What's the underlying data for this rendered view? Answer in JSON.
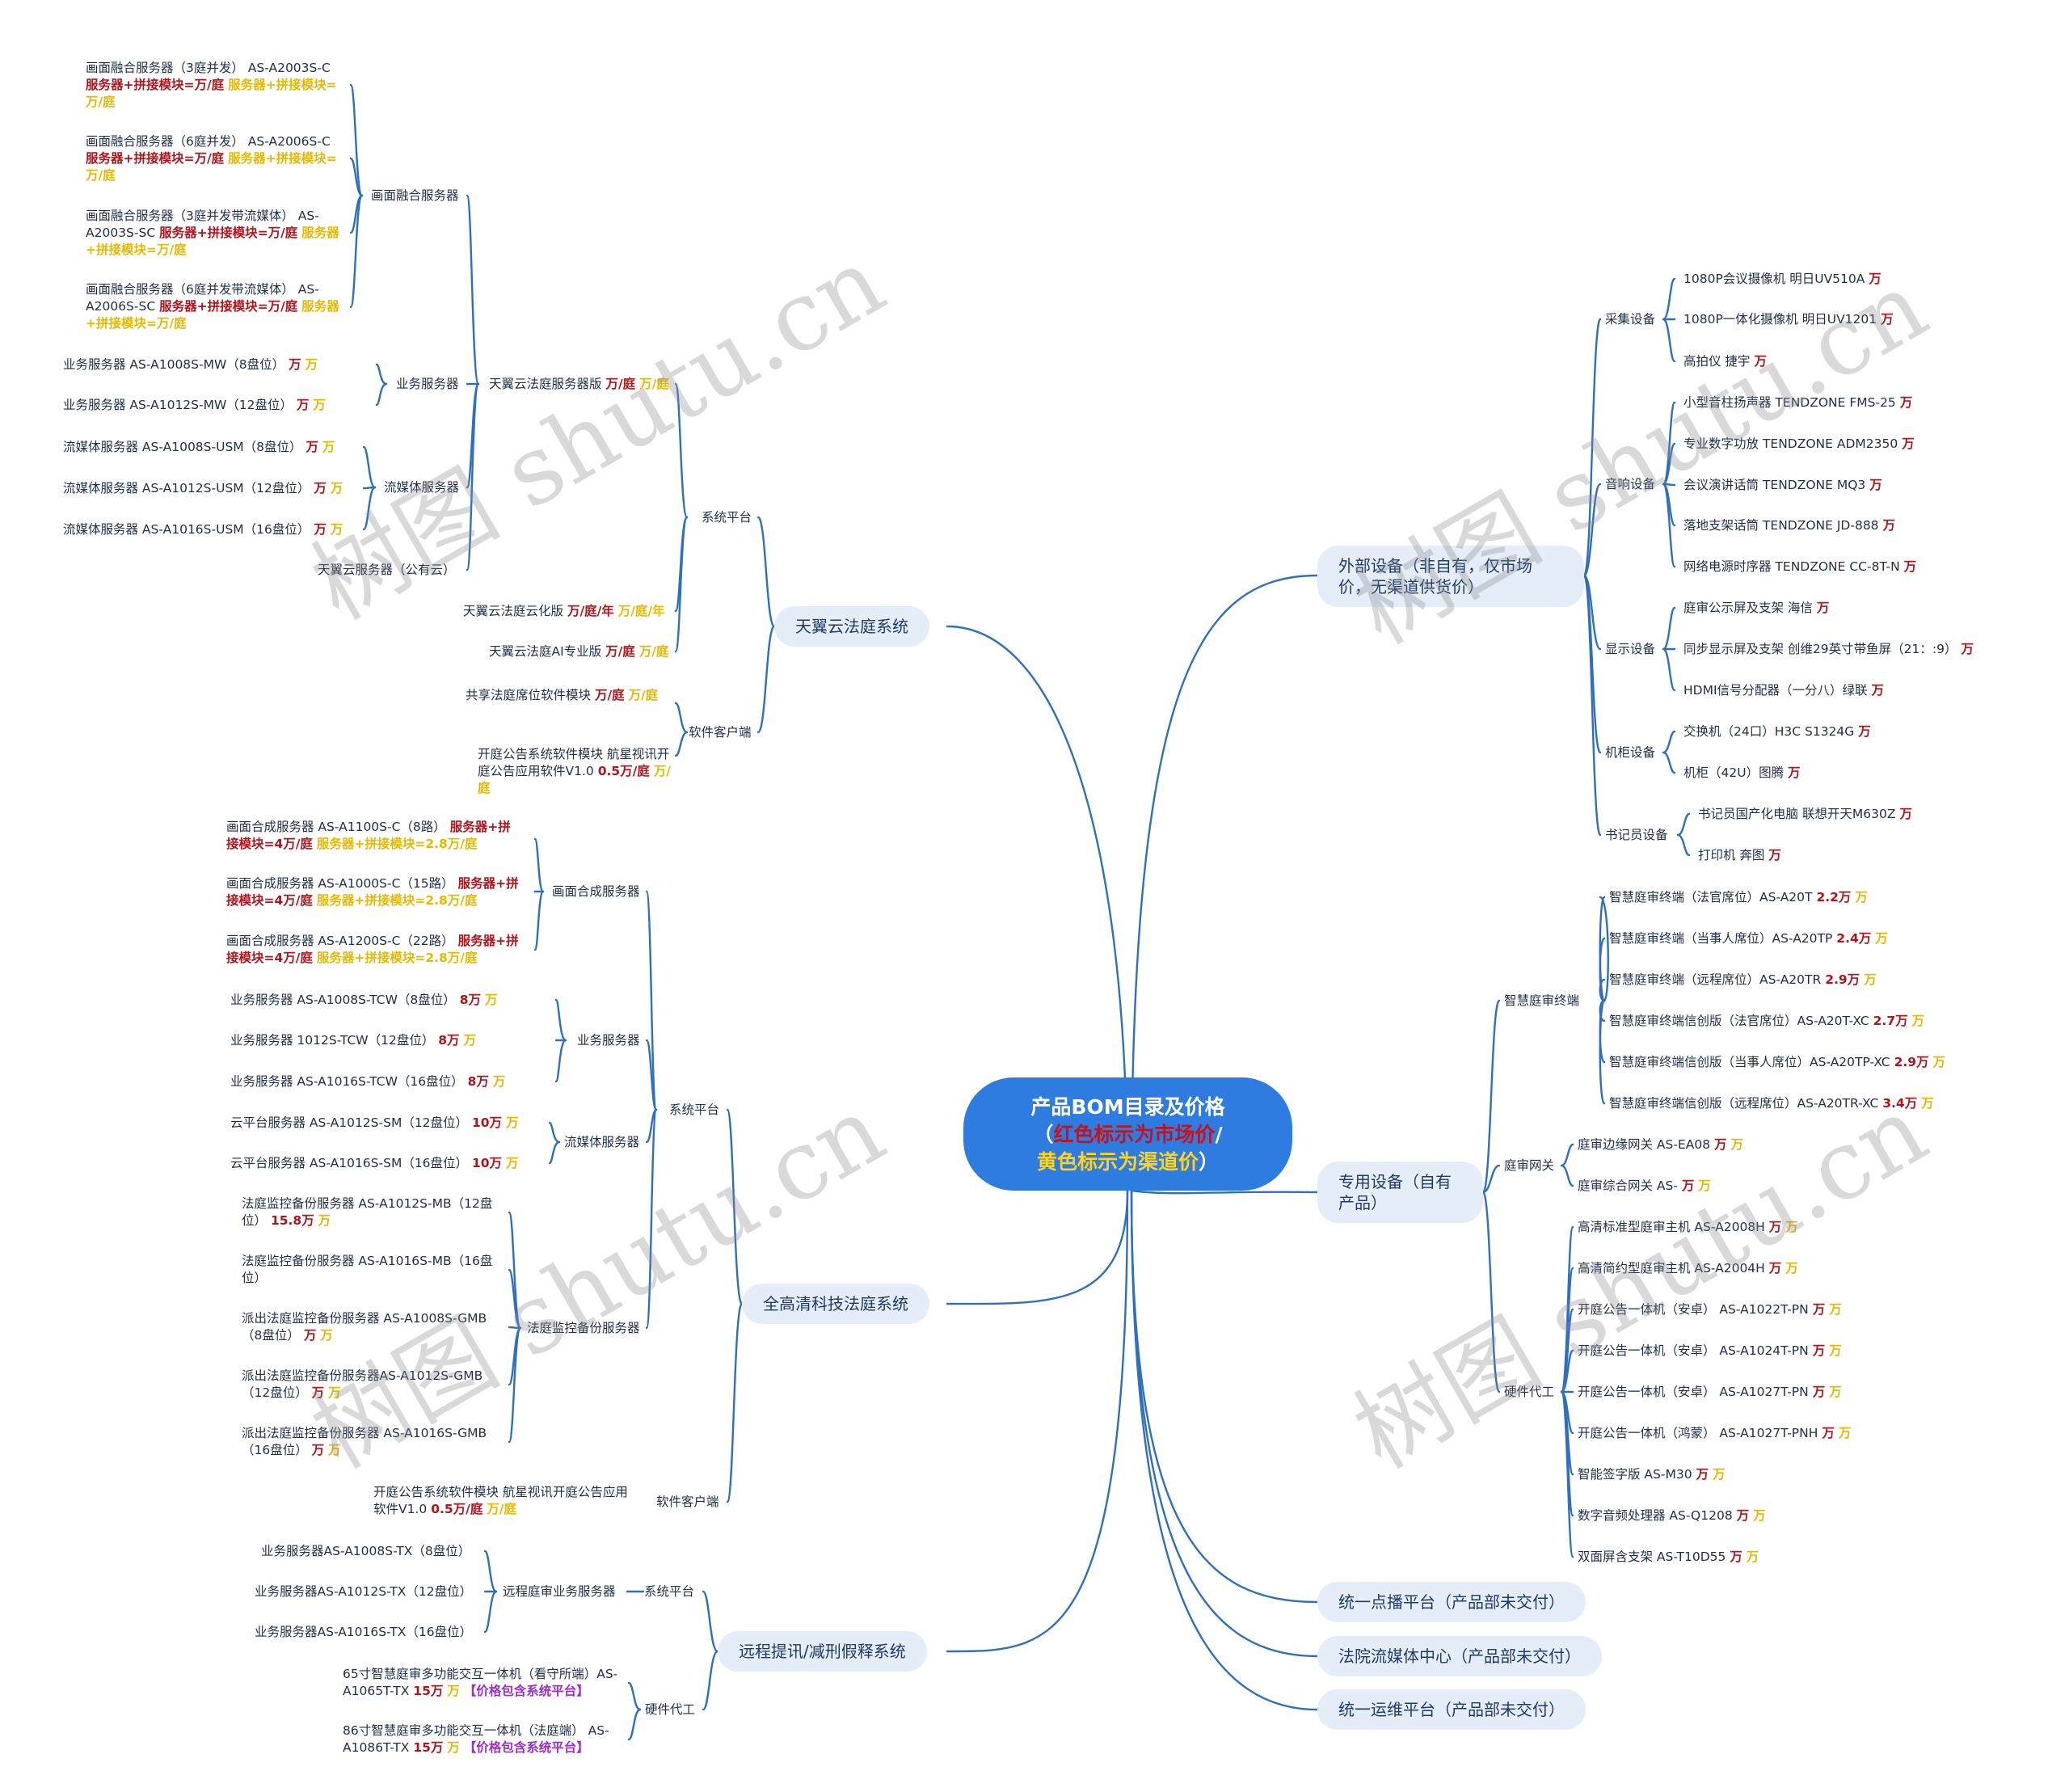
{
  "root": {
    "line1": "产品BOM目录及价格",
    "line2a": "（",
    "line2b": "红色标示为市场价",
    "line2c": "/",
    "line3a": "黄色标示为渠道价",
    "line3b": "）"
  },
  "watermark": "树图 shutu.cn",
  "colors": {
    "line": "#2f6fc0",
    "root_bg": "#2f7ce0",
    "l1_bg": "#e5edf8",
    "market_price": "#b3141b",
    "channel_price": "#e6b800",
    "note": "#9b30c8"
  },
  "left": {
    "tianyi": {
      "title": "天翼云法庭系统",
      "platform": "系统平台",
      "server": {
        "label": "天翼云法庭服务器版",
        "p1": "万/庭",
        "p2": "万/庭"
      },
      "huamian": {
        "label": "画面融合服务器",
        "items": [
          {
            "name": "画面融合服务器（3庭并发） AS-A2003S-C",
            "r": "服务器+拼接模块=万/庭",
            "y": "服务器+拼接模块=万/庭"
          },
          {
            "name": "画面融合服务器（6庭并发） AS-A2006S-C",
            "r": "服务器+拼接模块=万/庭",
            "y": "服务器+拼接模块=万/庭"
          },
          {
            "name": "画面融合服务器（3庭并发带流媒体） AS-A2003S-SC",
            "r": "服务器+拼接模块=万/庭",
            "y": "服务器+拼接模块=万/庭"
          },
          {
            "name": "画面融合服务器（6庭并发带流媒体） AS-A2006S-SC",
            "r": "服务器+拼接模块=万/庭",
            "y": "服务器+拼接模块=万/庭"
          }
        ]
      },
      "yewu": {
        "label": "业务服务器",
        "items": [
          {
            "name": "业务服务器 AS-A1008S-MW（8盘位）",
            "r": "万",
            "y": "万"
          },
          {
            "name": "业务服务器 AS-A1012S-MW（12盘位）",
            "r": "万",
            "y": "万"
          }
        ]
      },
      "liumeiti": {
        "label": "流媒体服务器",
        "items": [
          {
            "name": "流媒体服务器 AS-A1008S-USM（8盘位）",
            "r": "万",
            "y": "万"
          },
          {
            "name": "流媒体服务器 AS-A1012S-USM（12盘位）",
            "r": "万",
            "y": "万"
          },
          {
            "name": "流媒体服务器 AS-A1016S-USM（16盘位）",
            "r": "万",
            "y": "万"
          }
        ]
      },
      "public_cloud": "天翼云服务器（公有云）",
      "cloud_ver": {
        "label": "天翼云法庭云化版",
        "r": "万/庭/年",
        "y": "万/庭/年"
      },
      "ai_ver": {
        "label": "天翼云法庭AI专业版",
        "r": "万/庭",
        "y": "万/庭"
      },
      "client": "软件客户端",
      "share": {
        "label": "共享法庭席位软件模块",
        "r": "万/庭",
        "y": "万/庭"
      },
      "notice": {
        "label": "开庭公告系统软件模块 航星视讯开庭公告应用软件V1.0",
        "r": "0.5万/庭",
        "y": "万/庭"
      }
    },
    "hd": {
      "title": "全高清科技法庭系统",
      "platform": "系统平台",
      "hecheng": {
        "label": "画面合成服务器",
        "items": [
          {
            "name": "画面合成服务器 AS-A1100S-C（8路）",
            "r": "服务器+拼接模块=4万/庭",
            "y": "服务器+拼接模块=2.8万/庭"
          },
          {
            "name": "画面合成服务器 AS-A1000S-C（15路）",
            "r": "服务器+拼接模块=4万/庭",
            "y": "服务器+拼接模块=2.8万/庭"
          },
          {
            "name": "画面合成服务器 AS-A1200S-C（22路）",
            "r": "服务器+拼接模块=4万/庭",
            "y": "服务器+拼接模块=2.8万/庭"
          }
        ]
      },
      "yewu": {
        "label": "业务服务器",
        "items": [
          {
            "name": "业务服务器 AS-A1008S-TCW（8盘位）",
            "r": "8万",
            "y": "万"
          },
          {
            "name": "业务服务器 1012S-TCW（12盘位）",
            "r": "8万",
            "y": "万"
          },
          {
            "name": "业务服务器 AS-A1016S-TCW（16盘位）",
            "r": "8万",
            "y": "万"
          }
        ]
      },
      "liumeiti": {
        "label": "流媒体服务器",
        "items": [
          {
            "name": "云平台服务器 AS-A1012S-SM（12盘位）",
            "r": "10万",
            "y": "万"
          },
          {
            "name": "云平台服务器 AS-A1016S-SM（16盘位）",
            "r": "10万",
            "y": "万"
          }
        ]
      },
      "jiankong": {
        "label": "法庭监控备份服务器",
        "items": [
          {
            "name": "法庭监控备份服务器 AS-A1012S-MB（12盘位）",
            "r": "15.8万",
            "y": "万"
          },
          {
            "name": "法庭监控备份服务器 AS-A1016S-MB（16盘位）",
            "r": "",
            "y": ""
          },
          {
            "name": "派出法庭监控备份服务器 AS-A1008S-GMB（8盘位）",
            "r": "万",
            "y": "万"
          },
          {
            "name": "派出法庭监控备份服务器AS-A1012S-GMB（12盘位）",
            "r": "万",
            "y": "万"
          },
          {
            "name": "派出法庭监控备份服务器 AS-A1016S-GMB（16盘位）",
            "r": "万",
            "y": "万"
          }
        ]
      },
      "client": "软件客户端",
      "notice": {
        "label": "开庭公告系统软件模块 航星视讯开庭公告应用软件V1.0",
        "r": "0.5万/庭",
        "y": "万/庭"
      }
    },
    "remote": {
      "title": "远程提讯/减刑假释系统",
      "platform": "系统平台",
      "server_group": "远程庭审业务服务器",
      "servers": [
        "业务服务器AS-A1008S-TX（8盘位）",
        "业务服务器AS-A1012S-TX（12盘位）",
        "业务服务器AS-A1016S-TX（16盘位）"
      ],
      "hw": "硬件代工",
      "hw_items": [
        {
          "name": "65寸智慧庭审多功能交互一体机（看守所端）AS-A1065T-TX",
          "r": "15万",
          "y": "万",
          "p": "【价格包含系统平台】"
        },
        {
          "name": "86寸智慧庭审多功能交互一体机（法庭端） AS-A1086T-TX",
          "r": "15万",
          "y": "万",
          "p": "【价格包含系统平台】"
        }
      ]
    }
  },
  "right": {
    "external": {
      "title": "外部设备（非自有，仅市场价，无渠道供货价）",
      "groups": [
        {
          "label": "采集设备",
          "items": [
            {
              "name": "1080P会议摄像机 明日UV510A",
              "r": "万"
            },
            {
              "name": "1080P一体化摄像机 明日UV1201",
              "r": "万"
            },
            {
              "name": "高拍仪 捷宇",
              "r": "万"
            }
          ]
        },
        {
          "label": "音响设备",
          "items": [
            {
              "name": "小型音柱扬声器 TENDZONE FMS-25",
              "r": "万"
            },
            {
              "name": "专业数字功放 TENDZONE ADM2350",
              "r": "万"
            },
            {
              "name": "会议演讲话筒 TENDZONE MQ3",
              "r": "万"
            },
            {
              "name": "落地支架话筒 TENDZONE JD-888",
              "r": "万"
            },
            {
              "name": "网络电源时序器 TENDZONE CC-8T-N",
              "r": "万"
            }
          ]
        },
        {
          "label": "显示设备",
          "items": [
            {
              "name": "庭审公示屏及支架 海信",
              "r": "万"
            },
            {
              "name": "同步显示屏及支架 创维29英寸带鱼屏（21：:9）",
              "r": "万"
            },
            {
              "name": "HDMI信号分配器（一分八）绿联 ",
              "r": "万"
            }
          ]
        },
        {
          "label": "机柜设备",
          "items": [
            {
              "name": "交换机（24口）H3C S1324G",
              "r": "万"
            },
            {
              "name": "机柜（42U）图腾",
              "r": "万"
            }
          ]
        },
        {
          "label": "书记员设备",
          "items": [
            {
              "name": "书记员国产化电脑 联想开天M630Z",
              "r": "万"
            },
            {
              "name": "打印机 奔图",
              "r": "万"
            }
          ]
        }
      ]
    },
    "own": {
      "title": "专用设备（自有产品）",
      "groups": [
        {
          "label": "智慧庭审终端",
          "items": [
            {
              "name": "智慧庭审终端（法官席位）AS-A20T",
              "r": "2.2万",
              "y": "万"
            },
            {
              "name": "智慧庭审终端（当事人席位）AS-A20TP",
              "r": "2.4万",
              "y": "万"
            },
            {
              "name": "智慧庭审终端（远程席位）AS-A20TR",
              "r": "2.9万",
              "y": "万"
            },
            {
              "name": "智慧庭审终端信创版（法官席位）AS-A20T-XC",
              "r": "2.7万",
              "y": "万"
            },
            {
              "name": "智慧庭审终端信创版（当事人席位）AS-A20TP-XC",
              "r": "2.9万",
              "y": "万"
            },
            {
              "name": "智慧庭审终端信创版（远程席位）AS-A20TR-XC",
              "r": "3.4万",
              "y": "万"
            }
          ]
        },
        {
          "label": "庭审网关",
          "items": [
            {
              "name": "庭审边缘网关 AS-EA08",
              "r": "万",
              "y": "万"
            },
            {
              "name": "庭审综合网关 AS- ",
              "r": "万",
              "y": "万"
            }
          ]
        },
        {
          "label": "硬件代工",
          "items": [
            {
              "name": "高清标准型庭审主机 AS-A2008H",
              "r": "万",
              "y": "万"
            },
            {
              "name": "高清简约型庭审主机 AS-A2004H",
              "r": "万",
              "y": "万"
            },
            {
              "name": "开庭公告一体机（安卓） AS-A1022T-PN",
              "r": "万",
              "y": "万"
            },
            {
              "name": "开庭公告一体机（安卓） AS-A1024T-PN",
              "r": "万",
              "y": "万"
            },
            {
              "name": "开庭公告一体机（安卓） AS-A1027T-PN",
              "r": "万",
              "y": "万"
            },
            {
              "name": "开庭公告一体机（鸿蒙） AS-A1027T-PNH",
              "r": "万",
              "y": "万"
            },
            {
              "name": "智能签字版 AS-M30",
              "r": "万",
              "y": "万"
            },
            {
              "name": "数字音频处理器 AS-Q1208",
              "r": "万",
              "y": "万"
            },
            {
              "name": "双面屏含支架 AS-T10D55",
              "r": "万",
              "y": "万"
            }
          ]
        }
      ]
    },
    "vod": "统一点播平台（产品部未交付）",
    "media": "法院流媒体中心（产品部未交付）",
    "ops": "统一运维平台（产品部未交付）"
  }
}
